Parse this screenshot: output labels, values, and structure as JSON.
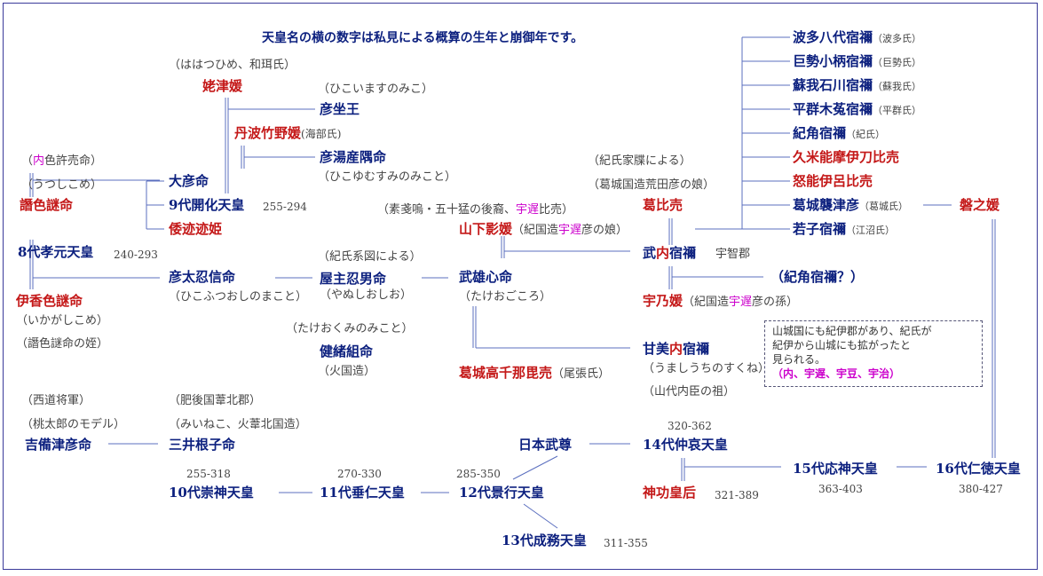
{
  "header": "天皇名の横の数字は私見による概算の生年と崩御年です。",
  "colors": {
    "name": "#0b1f7e",
    "female": "#c41818",
    "note": "#444444",
    "highlight": "#cc00cc",
    "line": "#5b6fbf"
  },
  "people": {
    "hahatsuhime_kana": "（ははつひめ、和珥氏）",
    "hahatsuhime": "姥津媛",
    "hikoimasu_kana": "（ひこいますのみこ）",
    "hikoimasu": "彦坐王",
    "tanba_a": "丹波竹野媛",
    "tanba_b": "(海部氏)",
    "hikoyu": "彦湯産隅命",
    "hikoyu_kana": "（ひこゆむすみのみこと）",
    "iroshikome_a": "（",
    "iroshikome_b": "内",
    "iroshikome_c": "色許売命）",
    "utsushikome_kana": "（うつしこめ）",
    "ooohiko": "大彦命",
    "kaika": "9代開化天皇",
    "kaika_years": "255-294",
    "haniyasu": "譖色謎命",
    "yamatoto": "倭迹迹姫",
    "kogen": "8代孝元天皇",
    "kogen_years": "240-293",
    "ikagashikome": "伊香色謎命",
    "ikagashikome_kana": "（いかがしこめ）",
    "ikagashikome_note": "（譖色謎命の姪）",
    "hikofutsu": "彦太忍信命",
    "hikofutsu_kana": "（ひこふつおしのまこと）",
    "kishi_keizu": "（紀氏系図による）",
    "yanushi": "屋主忍男命",
    "yanushi_kana": "（やぬしおしお）",
    "susanoo_a": "（素戔嗚・五十猛の後裔、",
    "susanoo_b": "宇遅",
    "susanoo_c": "比売）",
    "kishi_kacho": "（紀氏家牒による）",
    "katsuragi_note": "（葛城国造荒田彦の娘）",
    "kaguhime": "葛比売",
    "yamashita_a": "山下影媛",
    "yamashita_b": "（紀国造",
    "yamashita_c": "宇遅",
    "yamashita_d": "彦の娘）",
    "takeshi_kokoro": "武雄心命",
    "takeshi_kokoro_kana": "（たけおごころ）",
    "takeuchi_a": "武",
    "takeuchi_b": "内",
    "takeuchi_c": "宿禰",
    "uji": "宇智郡",
    "kino_q": "（紀角宿禰？）",
    "unohime_a": "宇乃媛",
    "unohime_b": "（紀国造",
    "unohime_c": "宇遅",
    "unohime_d": "彦の孫）",
    "takeokumi_kana": "（たけおくみのみこと）",
    "takeokumi": "健緒組命",
    "takeokumi_note": "（火国造）",
    "umashiuchi_a": "甘美",
    "umashiuchi_b": "内",
    "umashiuchi_c": "宿禰",
    "umashiuchi_kana": "（うましうちのすくね）",
    "umashiuchi_note": "（山代内臣の祖）",
    "takachina": "葛城高千那毘売",
    "takachina_note": "（尾張氏）",
    "saido": "（西道将軍）",
    "momotaro": "（桃太郎のモデル）",
    "kibitsu": "吉備津彦命",
    "higo": "（肥後国葦北郡）",
    "mimineko_kana": "（みいねこ、火葦北国造）",
    "mimineko": "三井根子命",
    "yamato_takeru": "日本武尊",
    "chuai_years": "320-362",
    "chuai": "14代仲哀天皇",
    "jingu": "神功皇后",
    "jingu_years": "321-389",
    "ojin": "15代応神天皇",
    "ojin_years": "363-403",
    "nintoku": "16代仁徳天皇",
    "nintoku_years": "380-427",
    "sujin_years": "255-318",
    "sujin": "10代崇神天皇",
    "suinin_years": "270-330",
    "suinin": "11代垂仁天皇",
    "keiko_years": "285-350",
    "keiko": "12代景行天皇",
    "seimu": "13代成務天皇",
    "seimu_years": "311-355",
    "iwanohime": "磐之媛",
    "sons": [
      {
        "name": "波多八代宿禰",
        "clan": "（波多氏）",
        "female": false
      },
      {
        "name": "巨勢小柄宿禰",
        "clan": "（巨勢氏）",
        "female": false
      },
      {
        "name": "蘇我石川宿禰",
        "clan": "（蘇我氏）",
        "female": false
      },
      {
        "name": "平群木菟宿禰",
        "clan": "（平群氏）",
        "female": false
      },
      {
        "name": "紀角宿禰",
        "clan": "（紀氏）",
        "female": false
      },
      {
        "name": "久米能摩伊刀比売",
        "clan": "",
        "female": true
      },
      {
        "name": "怒能伊呂比売",
        "clan": "",
        "female": true
      },
      {
        "name": "葛城襲津彦",
        "clan": "（葛城氏）",
        "female": false
      },
      {
        "name": "若子宿禰",
        "clan": "（江沼氏）",
        "female": false
      }
    ]
  },
  "note": {
    "line1": "山城国にも紀伊郡があり、紀氏が",
    "line2": "紀伊から山城にも拡がったと",
    "line3": "見られる。",
    "line4": "（内、宇遅、宇豆、宇治）"
  }
}
